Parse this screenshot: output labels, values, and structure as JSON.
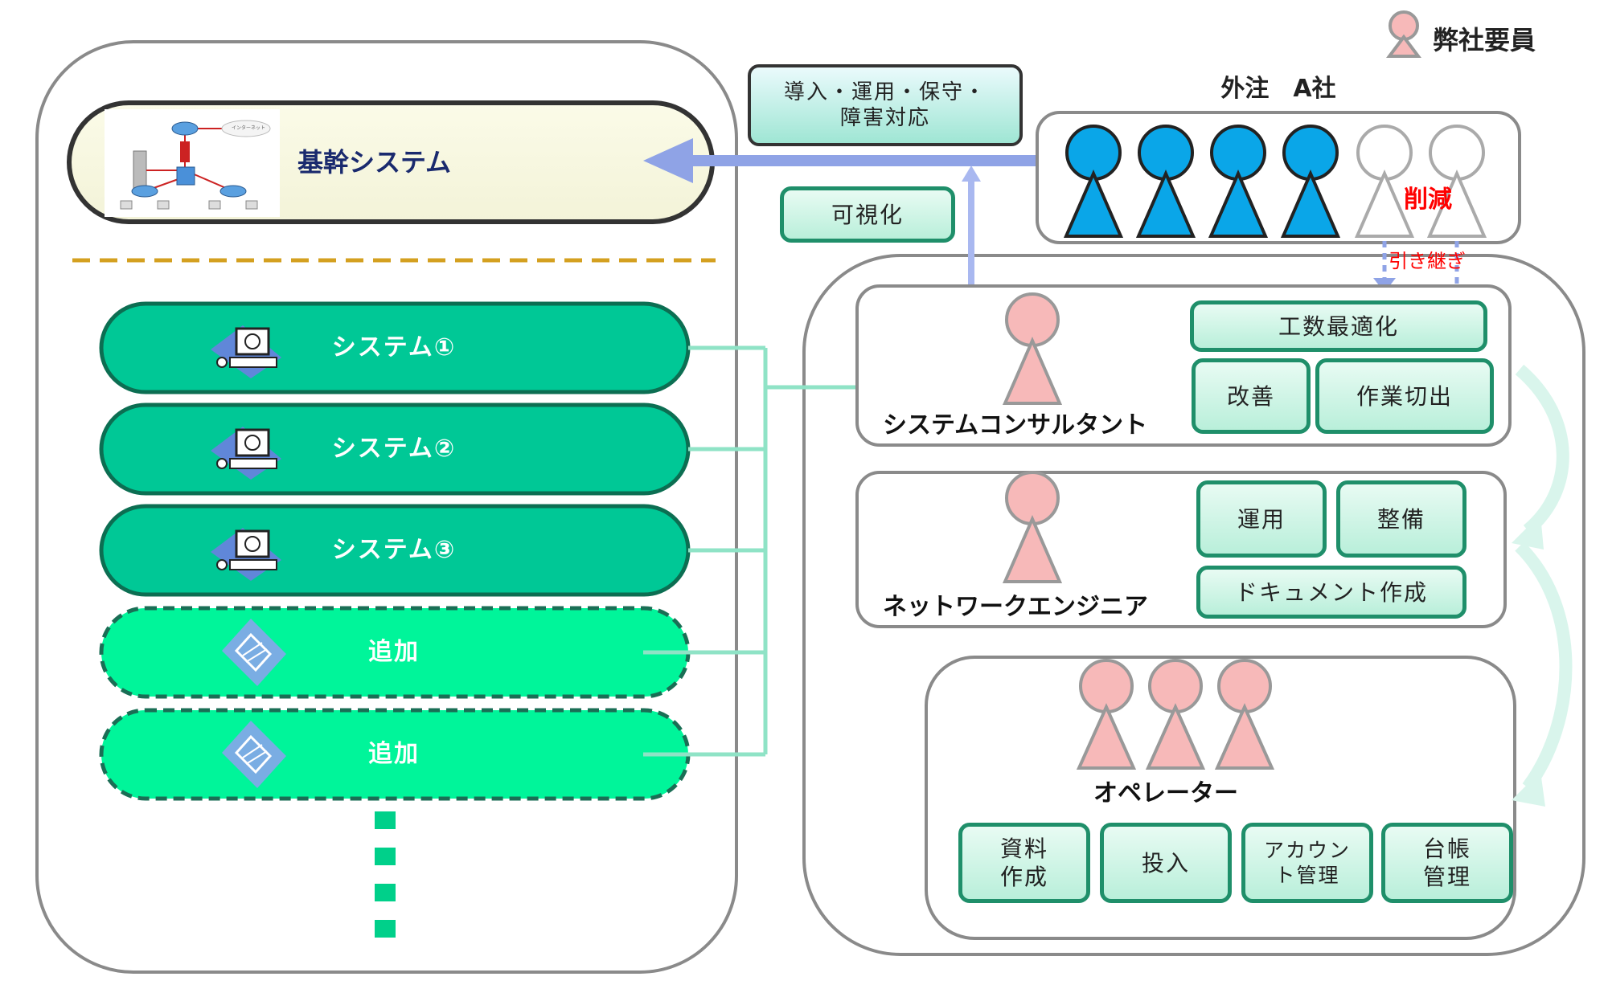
{
  "legend": {
    "label": "弊社要員"
  },
  "core_system": {
    "label": "基幹システム",
    "network_icon": "network-topology-icon",
    "internet_label": "インターネット"
  },
  "systems": [
    {
      "label": "システム①",
      "icon": "computer-terminal-icon"
    },
    {
      "label": "システム②",
      "icon": "computer-terminal-icon"
    },
    {
      "label": "システム③",
      "icon": "computer-terminal-icon"
    }
  ],
  "additions": [
    {
      "label": "追加",
      "icon": "network-chip-icon"
    },
    {
      "label": "追加",
      "icon": "network-chip-icon"
    }
  ],
  "intro_box": {
    "label": "導入・運用・保守・\n障害対応"
  },
  "visualize_box": {
    "label": "可視化"
  },
  "outsource": {
    "title": "外注　A社",
    "reduce_label": "削減",
    "handover_label": "引き継ぎ"
  },
  "consultant": {
    "role": "システムコンサルタント",
    "tasks": [
      "工数最適化",
      "改善",
      "作業切出"
    ]
  },
  "network_engineer": {
    "role": "ネットワークエンジニア",
    "tasks": [
      "運用",
      "整備",
      "ドキュメント作成"
    ]
  },
  "operator": {
    "role": "オペレーター",
    "tasks": [
      "資料\n作成",
      "投入",
      "アカウン\nト管理",
      "台帳\n管理"
    ]
  },
  "colors": {
    "staff": "#f7b9b9",
    "outsource_staff": "#0aa6e8",
    "system_fill": "#00c896",
    "addition_fill": "#00f59a",
    "reduce_text": "#ff0000",
    "arrow": "#8fa3e6"
  }
}
